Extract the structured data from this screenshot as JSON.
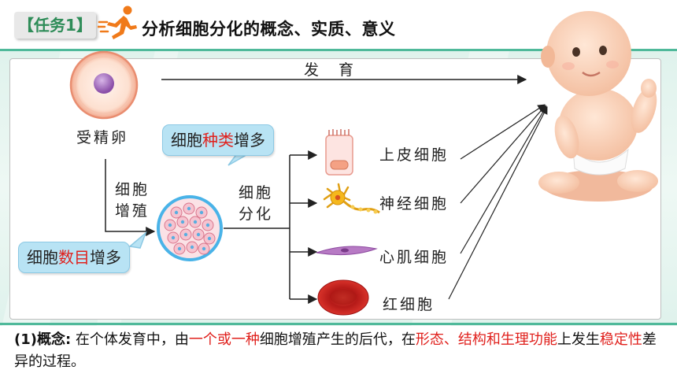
{
  "header": {
    "task_tag": "【任务1】",
    "title": "分析细胞分化的概念、实质、意义"
  },
  "diagram": {
    "development_label": "发　育",
    "zygote_label": "受精卵",
    "proliferation_label_1": "细胞",
    "proliferation_label_2": "增殖",
    "differentiation_label_1": "细胞",
    "differentiation_label_2": "分化",
    "bubble_types": {
      "pre": "细胞",
      "highlight": "种类",
      "post": "增多"
    },
    "bubble_number": {
      "pre": "细胞",
      "highlight": "数目",
      "post": "增多"
    },
    "cells": [
      "上皮细胞",
      "神经细胞",
      "心肌细胞",
      "红细胞"
    ]
  },
  "concept": {
    "lead": "(1)概念:",
    "seg1": " 在个体发育中，由",
    "hl1": "一个或一种",
    "seg2": "细胞增殖产生的后代，在",
    "hl2": "形态、结构和生理功能",
    "seg3": "上发生",
    "hl3": "稳定性",
    "seg4": "差异的过程。"
  },
  "colors": {
    "accent_green": "#2e8c58",
    "highlight_red": "#e0201c",
    "bubble_blue": "#b8e3f4"
  }
}
